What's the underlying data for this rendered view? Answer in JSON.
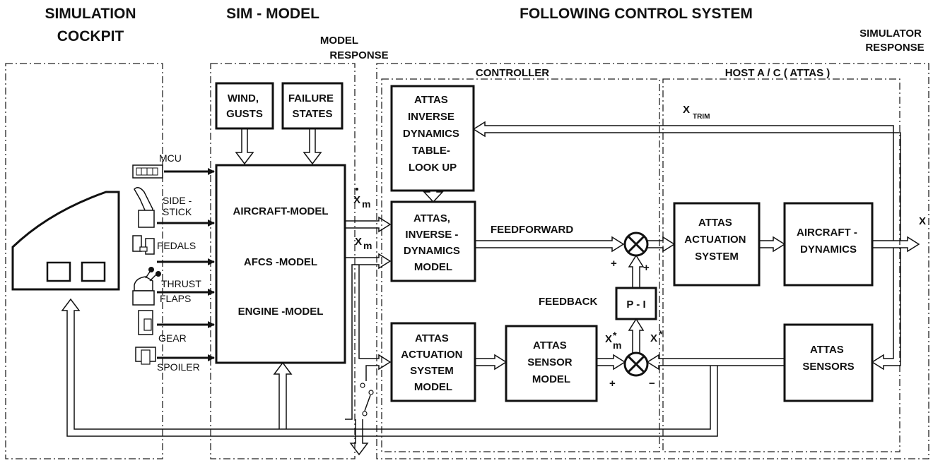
{
  "headings": {
    "simulation": "SIMULATION",
    "cockpit": "COCKPIT",
    "sim_model": "SIM - MODEL",
    "following": "FOLLOWING  CONTROL  SYSTEM",
    "model": "MODEL",
    "model_response": "RESPONSE",
    "simulator": "SIMULATOR",
    "simulator_response": "RESPONSE",
    "controller": "CONTROLLER",
    "host": "HOST A / C ( ATTAS )"
  },
  "cockpit": {
    "mcu": "MCU",
    "side": "SIDE -",
    "stick": "STICK",
    "pedals": "PEDALS",
    "thrust": "THRUST",
    "flaps": "FLAPS",
    "gear": "GEAR",
    "spoiler": "SPOILER"
  },
  "blocks": {
    "wind": [
      "WIND,",
      "GUSTS"
    ],
    "failure": [
      "FAILURE",
      "STATES"
    ],
    "aircraft_model": "AIRCRAFT-MODEL",
    "afcs_model": "AFCS -MODEL",
    "engine_model": "ENGINE -MODEL",
    "inverse_table": [
      "ATTAS",
      "INVERSE",
      "DYNAMICS",
      "TABLE-",
      "LOOK UP"
    ],
    "inverse_model": [
      "ATTAS,",
      "INVERSE -",
      "DYNAMICS",
      "MODEL"
    ],
    "actuation_model": [
      "ATTAS",
      "ACTUATION",
      "SYSTEM",
      "MODEL"
    ],
    "sensor_model": [
      "ATTAS",
      "SENSOR",
      "MODEL"
    ],
    "pi": "P - I",
    "actuation_system": [
      "ATTAS",
      "ACTUATION",
      "SYSTEM"
    ],
    "aircraft_dynamics": [
      "AIRCRAFT -",
      "DYNAMICS"
    ],
    "sensors": [
      "ATTAS",
      "SENSORS"
    ]
  },
  "signals": {
    "xm": "X",
    "xm_sub": "m",
    "xm_star": "X",
    "xm_star_sup": "*",
    "xm_star_sub": "m",
    "x_star": "X",
    "x_star_sup": "*",
    "x_trim": "X",
    "x_trim_sub": "TRIM",
    "x_out": "X",
    "feedforward": "FEEDFORWARD",
    "feedback": "FEEDBACK",
    "plus": "+",
    "minus": "−"
  }
}
